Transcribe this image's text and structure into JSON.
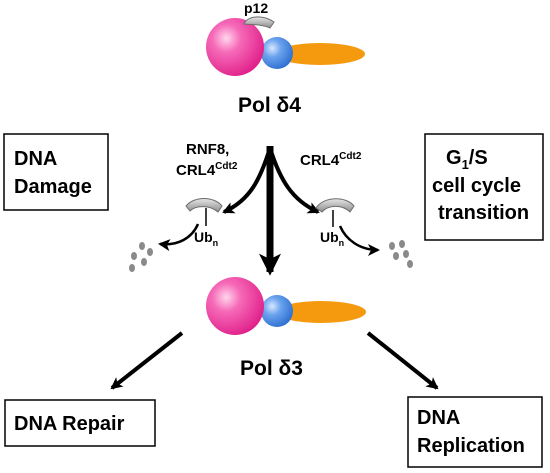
{
  "title": "",
  "colors": {
    "large_subunit": "#f0399b",
    "small_subunit": "#4f8de6",
    "tail": "#f59a0f",
    "p12": "#a3a3a3",
    "arrow": "#000000"
  },
  "nodes": {
    "p12_label": "p12",
    "pol_d4": {
      "text": "Pol ",
      "symbol": "δ",
      "number": "4"
    },
    "pol_d3": {
      "text": "Pol ",
      "symbol": "δ",
      "number": "3"
    },
    "ligases_left": {
      "line1": "RNF8,",
      "line2_main": "CRL4",
      "line2_sup": "Cdt2"
    },
    "ligases_right": {
      "main": "CRL4",
      "sup": "Cdt2"
    },
    "ubn_left": {
      "main": "Ub",
      "sub": "n"
    },
    "ubn_right": {
      "main": "Ub",
      "sub": "n"
    }
  },
  "boxes": {
    "dna_damage": {
      "line1": "DNA",
      "line2": "Damage"
    },
    "g1s": {
      "line1_main": "G",
      "line1_sub": "1",
      "line1_rest": "/S",
      "line2": "cell cycle",
      "line3": "transition"
    },
    "dna_repair": {
      "label": "DNA Repair"
    },
    "dna_replication": {
      "line1": "DNA",
      "line2": "Replication"
    }
  },
  "icons": [
    "p12-subunit-icon",
    "degradation-fragments-icon",
    "pol-delta-complex-icon"
  ]
}
